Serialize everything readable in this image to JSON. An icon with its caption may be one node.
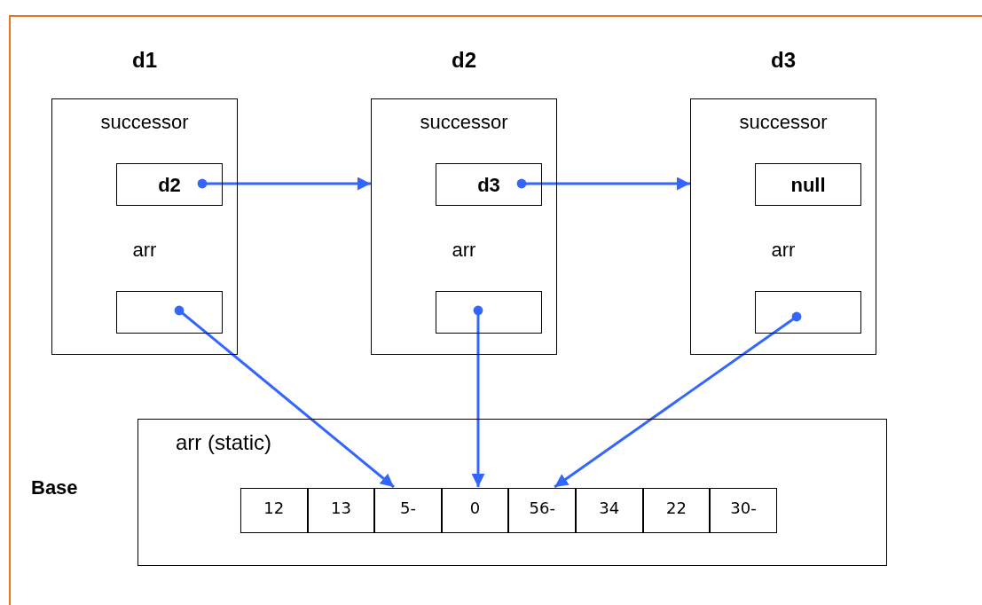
{
  "diagram": {
    "nodes": [
      {
        "text": [
          "d1",
          "successor",
          "arr"
        ]
      },
      {
        "text": [
          "d2"
        ],
        "in": 0
      },
      {
        "text": [],
        "shape": "box",
        "in": 0
      },
      {
        "text": [
          "d2",
          "successor",
          "arr"
        ]
      },
      {
        "text": [
          "d3"
        ],
        "in": 3
      },
      {
        "text": [],
        "shape": "box",
        "in": 3
      },
      {
        "text": [
          "d3",
          "successor",
          "arr"
        ]
      },
      {
        "text": [
          "null"
        ],
        "in": 6
      },
      {
        "text": [],
        "shape": "box",
        "in": 6
      },
      {
        "text": [
          "Base",
          "arr (static)"
        ]
      },
      {
        "text": [
          "12"
        ],
        "in": 9
      },
      {
        "text": [
          "13"
        ],
        "in": 9
      },
      {
        "text": [
          "5-"
        ],
        "in": 9
      },
      {
        "text": [
          "0"
        ],
        "in": 9
      },
      {
        "text": [
          "56-"
        ],
        "in": 9
      },
      {
        "text": [
          "34"
        ],
        "in": 9
      },
      {
        "text": [
          "22"
        ],
        "in": 9
      },
      {
        "text": [
          "30-"
        ],
        "in": 9
      }
    ],
    "edges": [
      {
        "from": 1,
        "to": 3,
        "arrow": "to"
      },
      {
        "from": 4,
        "to": 6,
        "arrow": "to"
      },
      {
        "from": 2,
        "to": 12,
        "arrow": "to"
      },
      {
        "from": 5,
        "to": 13,
        "arrow": "to"
      },
      {
        "from": 8,
        "to": 14,
        "arrow": "to"
      }
    ]
  }
}
